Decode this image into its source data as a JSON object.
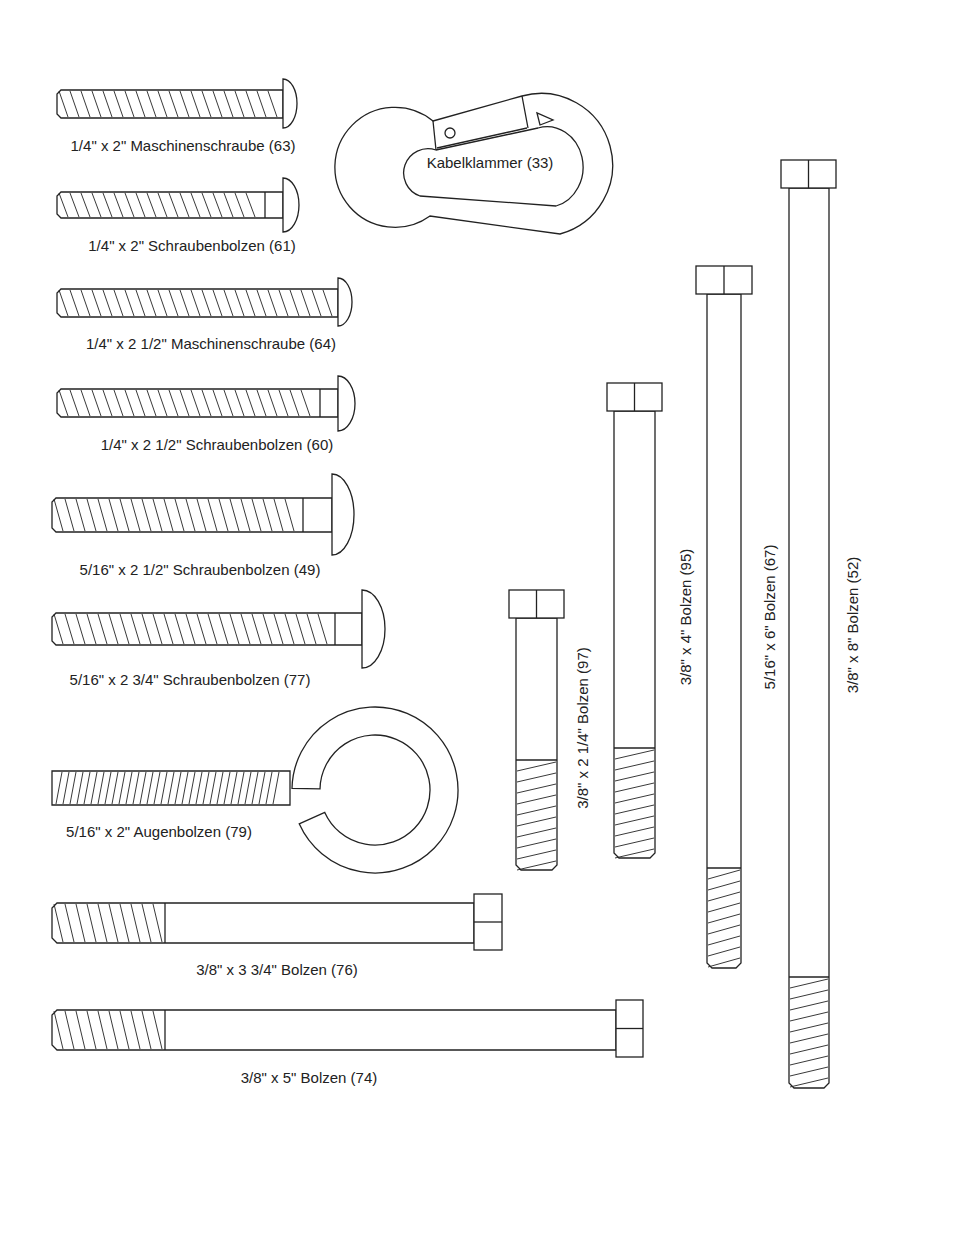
{
  "diagram": {
    "labels": [
      "1/4\" x 2\" Maschinenschraube (63)",
      "Kabelklammer (33)",
      "1/4\" x 2\" Schraubenbolzen (61)",
      "1/4\" x 2 1/2\" Maschinenschraube (64)",
      "1/4\" x 2 1/2\" Schraubenbolzen (60)",
      "5/16\" x 2 1/2\" Schraubenbolzen  (49)",
      "5/16\" x 2 3/4\" Schraubenbolzen (77)",
      "5/16\" x 2\" Augenbolzen (79)",
      "3/8\" x 2 1/4\" Bolzen (97)",
      "3/8\" x 4\" Bolzen (95)",
      "5/16\" x 6\" Bolzen (67)",
      "3/8\" x 8\" Bolzen (52)",
      "3/8\" x 3 3/4\" Bolzen (76)",
      "3/8\" x 5\" Bolzen  (74)"
    ]
  }
}
